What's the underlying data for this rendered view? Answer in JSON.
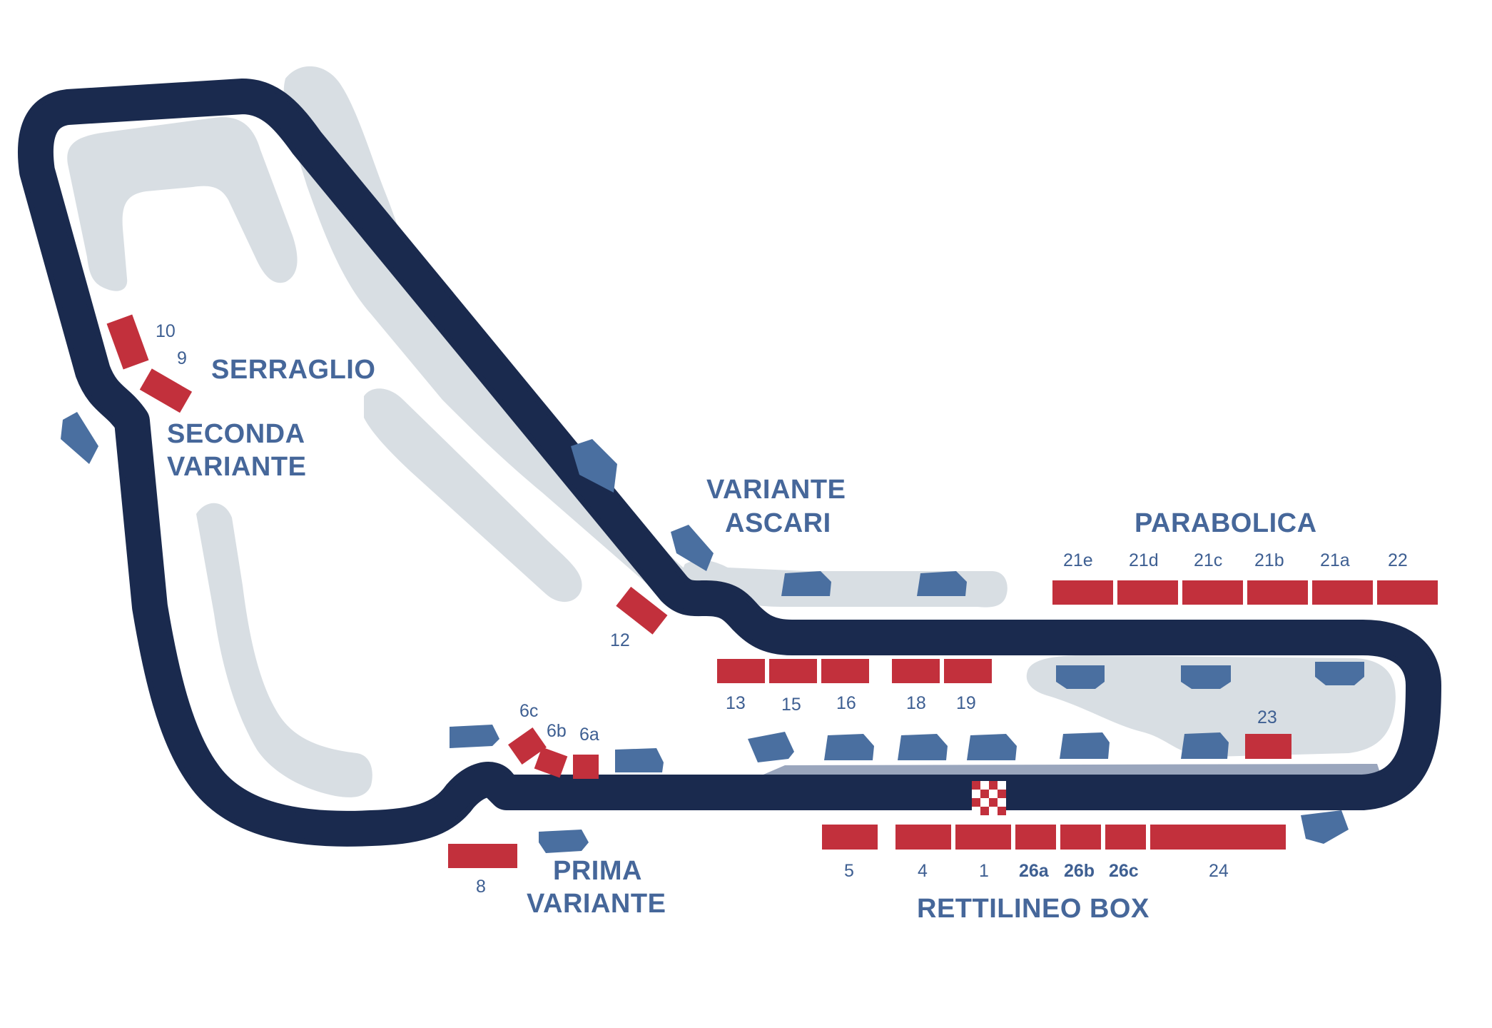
{
  "colors": {
    "track": "#1a2a4e",
    "grandstand": "#c2303c",
    "general_area": "#4a6fa0",
    "runoff": "#d8dee3",
    "label": "#46679a"
  },
  "corners": {
    "serraglio": "SERRAGLIO",
    "seconda_line1": "SECONDA",
    "seconda_line2": "VARIANTE",
    "ascari_line1": "VARIANTE",
    "ascari_line2": "ASCARI",
    "parabolica": "PARABOLICA",
    "prima_line1": "PRIMA",
    "prima_line2": "VARIANTE",
    "rettilineo": "RETTILINEO BOX"
  },
  "stands": {
    "s10": "10",
    "s9": "9",
    "s12": "12",
    "s6c": "6c",
    "s6b": "6b",
    "s6a": "6a",
    "s8": "8",
    "s13": "13",
    "s15": "15",
    "s16": "16",
    "s18": "18",
    "s19": "19",
    "s21e": "21e",
    "s21d": "21d",
    "s21c": "21c",
    "s21b": "21b",
    "s21a": "21a",
    "s22": "22",
    "s23": "23",
    "s5": "5",
    "s4": "4",
    "s1": "1",
    "s26a": "26a",
    "s26b": "26b",
    "s26c": "26c",
    "s24": "24"
  },
  "finish_line_icon": "checkered-flag-icon"
}
